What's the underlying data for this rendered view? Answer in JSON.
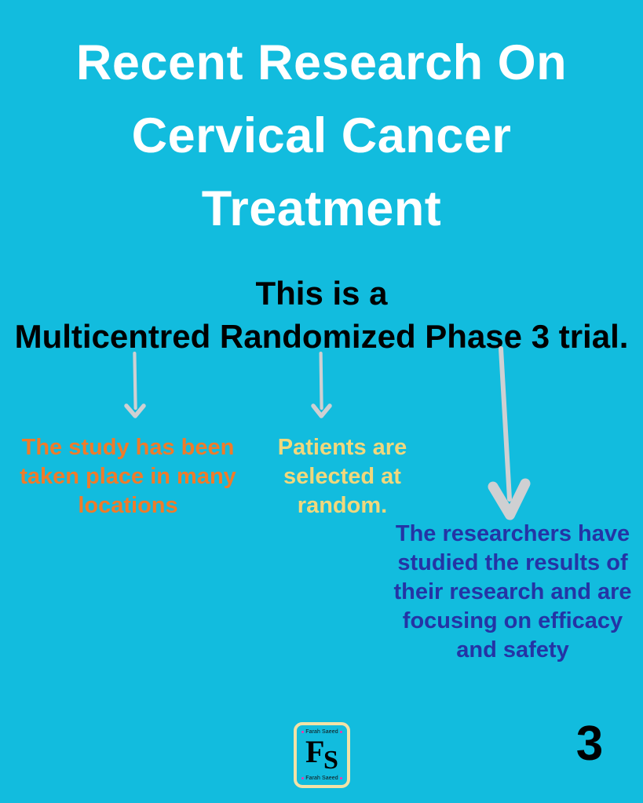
{
  "slide": {
    "background_color": "#12bcde",
    "page_number": "3"
  },
  "title": {
    "text": "Recent Research On Cervical Cancer Treatment",
    "color": "#ffffff"
  },
  "subtitle": {
    "line1": "This is a",
    "line2": "Multicentred Randomized Phase 3 trial.",
    "color": "#000000"
  },
  "callouts": [
    {
      "id": "locations",
      "text": "The study has been taken place in many locations",
      "color": "#ef7b2a",
      "arrow": "down-arrow-icon"
    },
    {
      "id": "randomization",
      "text": "Patients are selected at random.",
      "color": "#f1d87c",
      "arrow": "down-arrow-icon"
    },
    {
      "id": "outcomes",
      "text": "The researchers have studied the results of their research and are focusing on efficacy and safety",
      "color": "#2434a5",
      "arrow": "down-arrow-icon"
    }
  ],
  "logo": {
    "word_top": "Farah Saeed",
    "word_bottom": "Farah Saeed",
    "letter_1": "F",
    "letter_2": "S",
    "border_color": "#f3e2a6",
    "dot_color": "#ff2fae"
  },
  "arrows": {
    "color": "#cfd0d2"
  }
}
